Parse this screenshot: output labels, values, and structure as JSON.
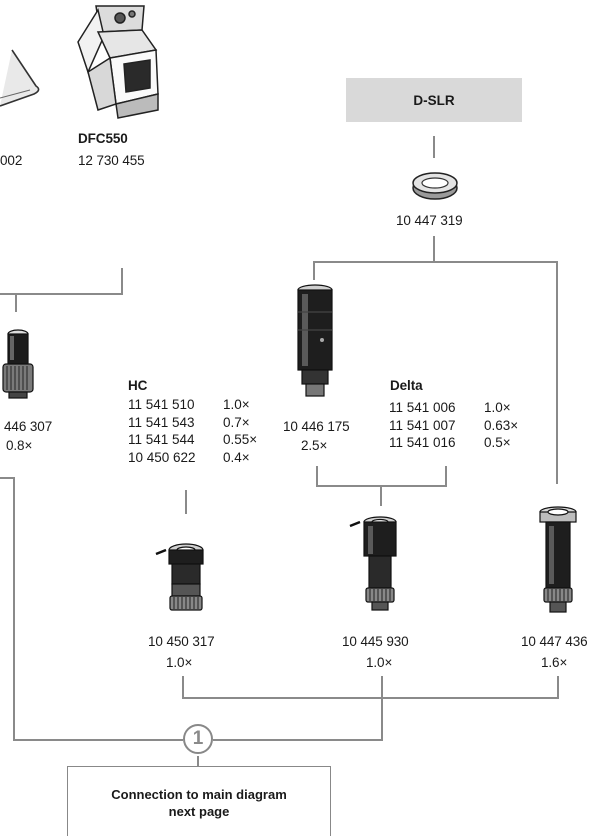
{
  "top_left": {
    "part_partial": "002"
  },
  "dfc550": {
    "name": "DFC550",
    "part": "12 730 455"
  },
  "dslr": {
    "label": "D-SLR",
    "part": "10 447 319"
  },
  "left_adapter": {
    "part": "446 307",
    "mag": "0.8×"
  },
  "hc": {
    "title": "HC",
    "rows": [
      {
        "part": "11 541 510",
        "mag": "1.0×"
      },
      {
        "part": "11 541 543",
        "mag": "0.7×"
      },
      {
        "part": "11 541 544",
        "mag": "0.55×"
      },
      {
        "part": "10 450 622",
        "mag": "0.4×"
      }
    ]
  },
  "tube_center": {
    "part": "10 446 175",
    "mag": "2.5×"
  },
  "delta": {
    "title": "Delta",
    "rows": [
      {
        "part": "11 541 006",
        "mag": "1.0×"
      },
      {
        "part": "11 541 007",
        "mag": "0.63×"
      },
      {
        "part": "11 541 016",
        "mag": "0.5×"
      }
    ]
  },
  "bottom": [
    {
      "part": "10 450 317",
      "mag": "1.0×"
    },
    {
      "part": "10 445 930",
      "mag": "1.0×"
    },
    {
      "part": "10 447 436",
      "mag": "1.6×"
    }
  ],
  "connection": {
    "marker": "1",
    "line1": "Connection to main diagram",
    "line2": "next page"
  },
  "colors": {
    "line": "#8a8a8a",
    "box": "#d9d9d9",
    "ink": "#1a1a1a"
  }
}
